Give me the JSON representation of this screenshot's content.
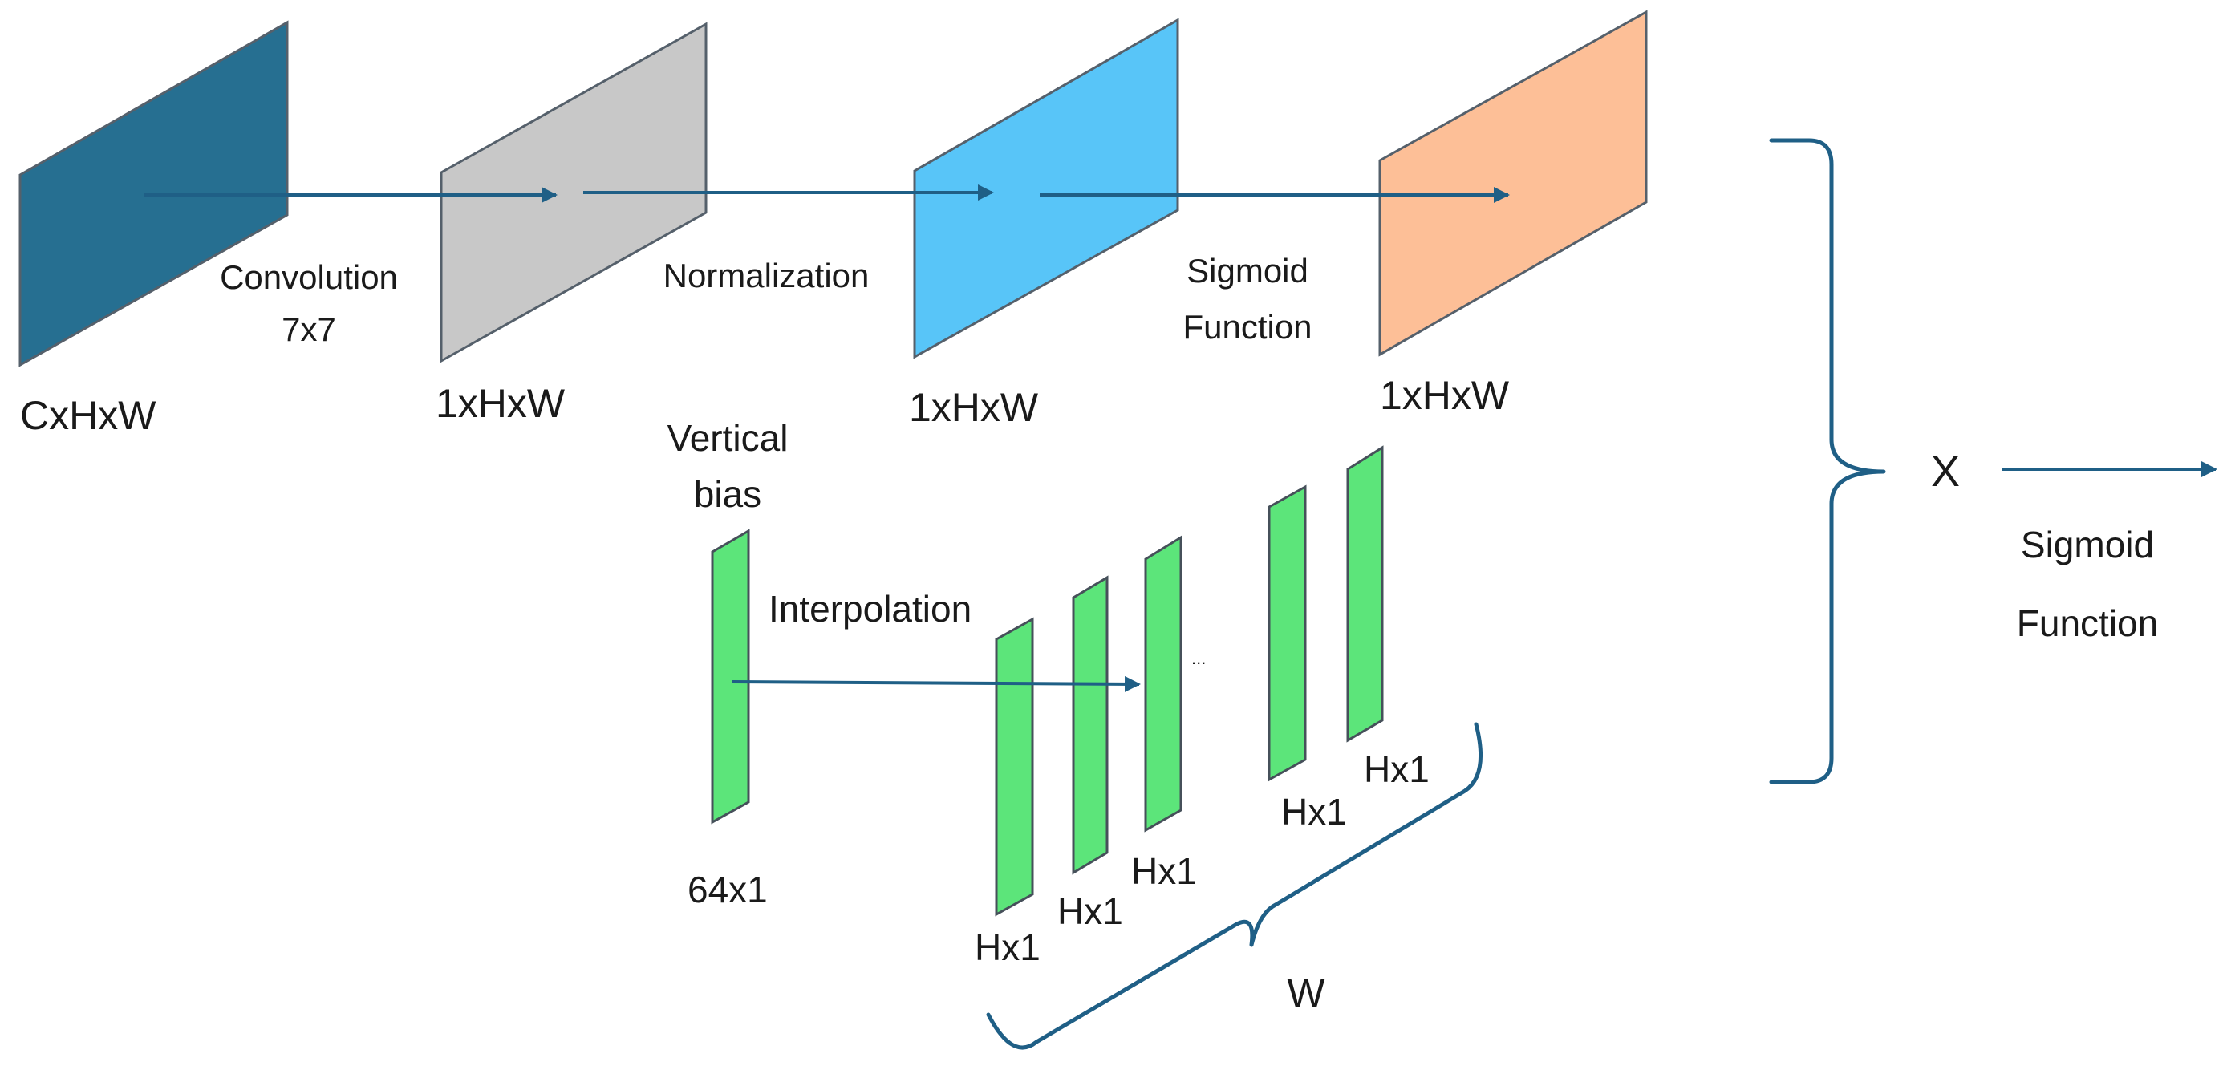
{
  "colors": {
    "input_map": "#266f91",
    "conv_map": "#c8c8c8",
    "norm_map": "#58c5f8",
    "sig_map": "#fdbf97",
    "bias_bars": "#5ce57a",
    "arrows": "#1f5f86"
  },
  "top_row": {
    "input_shape": "CxHxW",
    "conv_label": [
      "Convolution",
      "7x7"
    ],
    "conv_shape": "1xHxW",
    "norm_label": "Normalization",
    "norm_shape": "1xHxW",
    "sig_label": [
      "Sigmoid",
      "Function"
    ],
    "sig_shape": "1xHxW"
  },
  "bias_branch": {
    "title": [
      "Vertical",
      "bias"
    ],
    "interp_label": "Interpolation",
    "bias_shape": "64x1",
    "ellipsis": "...",
    "column_labels": [
      "Hx1",
      "Hx1",
      "Hx1",
      "Hx1",
      "Hx1"
    ],
    "width_label": "W"
  },
  "output": {
    "multiply_symbol": "X",
    "sig_label": [
      "Sigmoid",
      "Function"
    ]
  }
}
